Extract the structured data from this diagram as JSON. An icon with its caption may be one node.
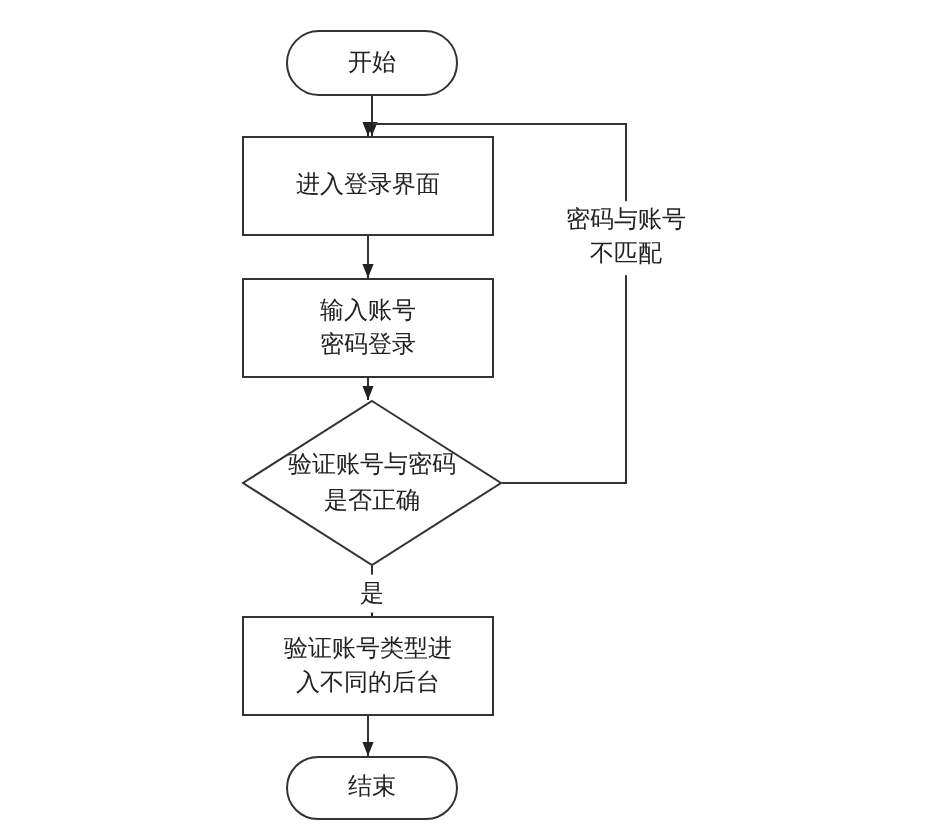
{
  "diagram": {
    "nodes": [
      {
        "text": [
          "开始"
        ]
      },
      {
        "text": [
          "进入登录界面"
        ]
      },
      {
        "text": [
          "输入账号密码登录"
        ]
      },
      {
        "text": [
          "验证账号与密码是否正确"
        ]
      },
      {
        "text": [
          "验证账号类型进入不同的后台"
        ]
      },
      {
        "text": [
          "结束"
        ]
      }
    ],
    "edges": [
      {
        "from": 0,
        "to": 1,
        "arrow": "to"
      },
      {
        "from": 1,
        "to": 2,
        "arrow": "to"
      },
      {
        "from": 2,
        "to": 3,
        "arrow": "to"
      },
      {
        "from": 3,
        "to": 4,
        "arrow": "to",
        "label": "是"
      },
      {
        "from": 3,
        "to": 1,
        "arrow": "to",
        "label": "密码与账号不匹配"
      },
      {
        "from": 4,
        "to": 5,
        "arrow": "to"
      }
    ]
  }
}
